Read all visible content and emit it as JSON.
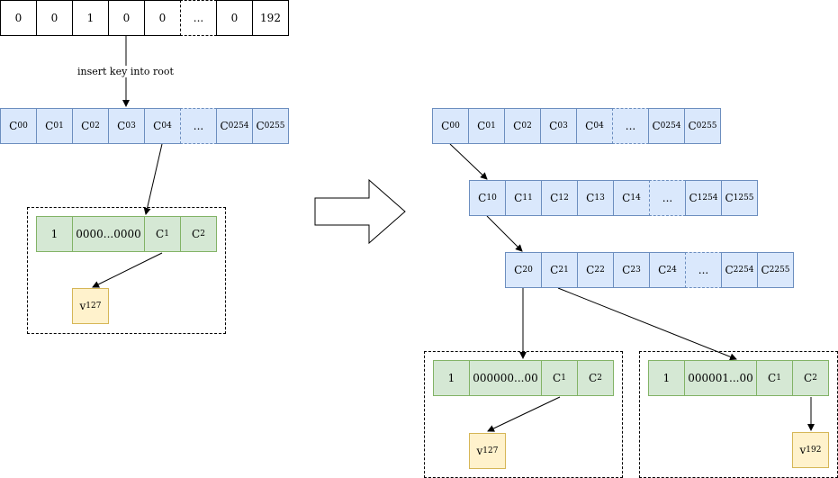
{
  "left": {
    "top_array": [
      "0",
      "0",
      "1",
      "0",
      "0",
      "...",
      "0",
      "192"
    ],
    "insert_label": "insert key into root",
    "root_array": [
      {
        "b": "C",
        "sup": "0",
        "sub": "0"
      },
      {
        "b": "C",
        "sup": "0",
        "sub": "1"
      },
      {
        "b": "C",
        "sup": "0",
        "sub": "2"
      },
      {
        "b": "C",
        "sup": "0",
        "sub": "3"
      },
      {
        "b": "C",
        "sup": "0",
        "sub": "4"
      },
      {
        "b": "...",
        "sup": "",
        "sub": ""
      },
      {
        "b": "C",
        "sup": "0",
        "sub": "254"
      },
      {
        "b": "C",
        "sup": "0",
        "sub": "255"
      }
    ],
    "leaf": {
      "count": "1",
      "key": "0000...0000",
      "c1": {
        "b": "C",
        "sub": "1"
      },
      "c2": {
        "b": "C",
        "sub": "2"
      },
      "value": {
        "b": "v",
        "sub": "127"
      }
    }
  },
  "right": {
    "level0": [
      {
        "b": "C",
        "sup": "0",
        "sub": "0"
      },
      {
        "b": "C",
        "sup": "0",
        "sub": "1"
      },
      {
        "b": "C",
        "sup": "0",
        "sub": "2"
      },
      {
        "b": "C",
        "sup": "0",
        "sub": "3"
      },
      {
        "b": "C",
        "sup": "0",
        "sub": "4"
      },
      {
        "b": "...",
        "sup": "",
        "sub": ""
      },
      {
        "b": "C",
        "sup": "0",
        "sub": "254"
      },
      {
        "b": "C",
        "sup": "0",
        "sub": "255"
      }
    ],
    "level1": [
      {
        "b": "C",
        "sup": "1",
        "sub": "0"
      },
      {
        "b": "C",
        "sup": "1",
        "sub": "1"
      },
      {
        "b": "C",
        "sup": "1",
        "sub": "2"
      },
      {
        "b": "C",
        "sup": "1",
        "sub": "3"
      },
      {
        "b": "C",
        "sup": "1",
        "sub": "4"
      },
      {
        "b": "...",
        "sup": "",
        "sub": ""
      },
      {
        "b": "C",
        "sup": "1",
        "sub": "254"
      },
      {
        "b": "C",
        "sup": "1",
        "sub": "255"
      }
    ],
    "level2": [
      {
        "b": "C",
        "sup": "2",
        "sub": "0"
      },
      {
        "b": "C",
        "sup": "2",
        "sub": "1"
      },
      {
        "b": "C",
        "sup": "2",
        "sub": "2"
      },
      {
        "b": "C",
        "sup": "2",
        "sub": "3"
      },
      {
        "b": "C",
        "sup": "2",
        "sub": "4"
      },
      {
        "b": "...",
        "sup": "",
        "sub": ""
      },
      {
        "b": "C",
        "sup": "2",
        "sub": "254"
      },
      {
        "b": "C",
        "sup": "2",
        "sub": "255"
      }
    ],
    "leaf_a": {
      "count": "1",
      "key": "000000...00",
      "c1": {
        "b": "C",
        "sub": "1"
      },
      "c2": {
        "b": "C",
        "sub": "2"
      },
      "value": {
        "b": "v",
        "sub": "127"
      }
    },
    "leaf_b": {
      "count": "1",
      "key": "000001...00",
      "c1": {
        "b": "C",
        "sub": "1"
      },
      "c2": {
        "b": "C",
        "sub": "2"
      },
      "value": {
        "b": "v",
        "sub": "192"
      }
    }
  },
  "colors": {
    "node_fill": "#dae8fc",
    "node_stroke": "#6c8ebf",
    "leaf_fill": "#d5e8d4",
    "leaf_stroke": "#82b366",
    "value_fill": "#fff2cc",
    "value_stroke": "#d6b656"
  }
}
